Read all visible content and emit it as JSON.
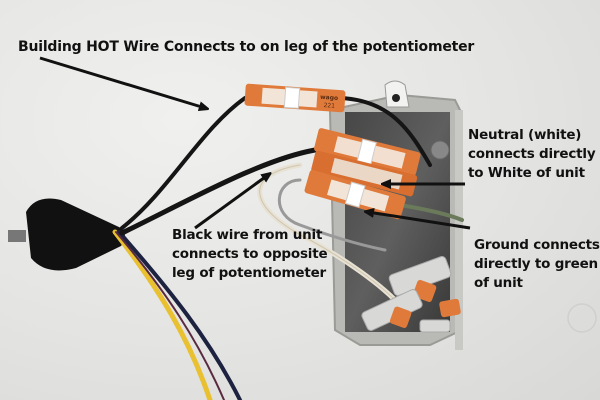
{
  "image": {
    "description": "Photo of an open electrical wall box with orange lever wire connectors, annotated wiring instructions for a potentiometer unit",
    "colors": {
      "wall": "#e6e6e4",
      "connector_orange": "#e07a3a",
      "wire_black": "#151515",
      "wire_yellow": "#e8c030",
      "wire_white": "#e8e2d4",
      "wire_green": "#6a7a5a",
      "label_text": "#111111"
    }
  },
  "annotations": {
    "hot_wire": {
      "lines": [
        "Building HOT Wire Connects to on leg of the potentiometer"
      ]
    },
    "black_wire": {
      "lines": [
        "Black wire from unit",
        "connects to opposite",
        "leg of potentiometer"
      ]
    },
    "neutral": {
      "lines": [
        "Neutral (white)",
        "connects directly",
        "to White of unit"
      ]
    },
    "ground": {
      "lines": [
        "Ground connects",
        "directly to green",
        "of unit"
      ]
    }
  },
  "connectors": {
    "brand_text": "wago",
    "model_text": "221"
  }
}
